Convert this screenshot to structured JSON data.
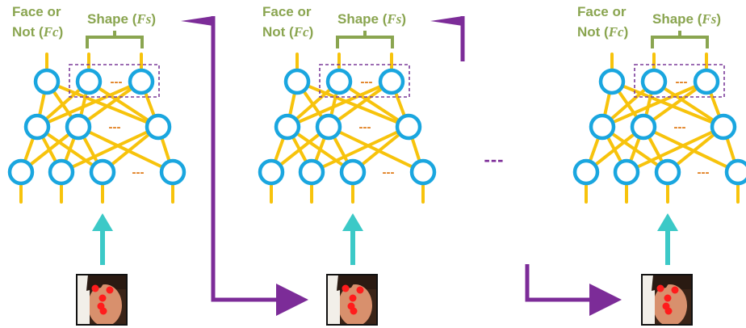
{
  "colors": {
    "label": "#8aa550",
    "node": "#1aa6df",
    "edge": "#f7c30c",
    "dots": "#e07b19",
    "input_arrow": "#3cc9c7",
    "flow_arrow": "#7c2c98",
    "shape_box": "#7b3b9a",
    "landmark": "#ff1c1c"
  },
  "stages": [
    {
      "face_label_line1": "Face or",
      "face_label_line2": "Not (",
      "face_label_var": "Fc",
      "face_label_close": ")",
      "shape_label": "Shape (",
      "shape_label_var": "Fs",
      "shape_label_close": ")",
      "ellipsis": "---"
    },
    {
      "face_label_line1": "Face or",
      "face_label_line2": "Not (",
      "face_label_var": "Fc",
      "face_label_close": ")",
      "shape_label": "Shape (",
      "shape_label_var": "Fs",
      "shape_label_close": ")",
      "ellipsis": "---"
    },
    {
      "face_label_line1": "Face or",
      "face_label_line2": "Not (",
      "face_label_var": "Fc",
      "face_label_close": ")",
      "shape_label": "Shape (",
      "shape_label_var": "Fs",
      "shape_label_close": ")",
      "ellipsis": "---"
    }
  ],
  "between_ellipsis": "---",
  "icons": {
    "stage_input": "face-photo-with-landmarks-icon",
    "up_arrow": "up-arrow-icon",
    "flow": "elbow-arrow-icon"
  }
}
